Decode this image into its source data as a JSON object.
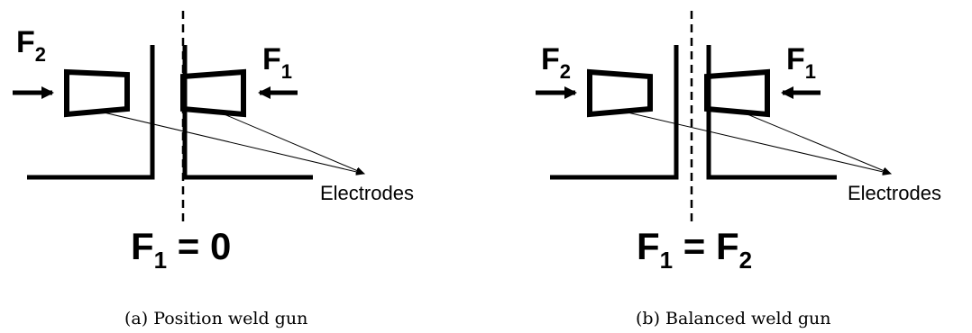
{
  "panel_a": {
    "force_left": "F",
    "force_left_sub": "2",
    "force_right": "F",
    "force_right_sub": "1",
    "electrode_label": "Electrodes",
    "equation": {
      "lhs": "F",
      "lhs_sub": "1",
      "rhs": " = 0",
      "rhs_sub": ""
    },
    "caption": "(a) Position weld gun"
  },
  "panel_b": {
    "force_left": "F",
    "force_left_sub": "2",
    "force_right": "F",
    "force_right_sub": "1",
    "electrode_label": "Electrodes",
    "equation": {
      "lhs": "F",
      "lhs_sub": "1",
      "rhs": " = F",
      "rhs_sub": "2"
    },
    "caption": "(b) Balanced weld gun"
  }
}
